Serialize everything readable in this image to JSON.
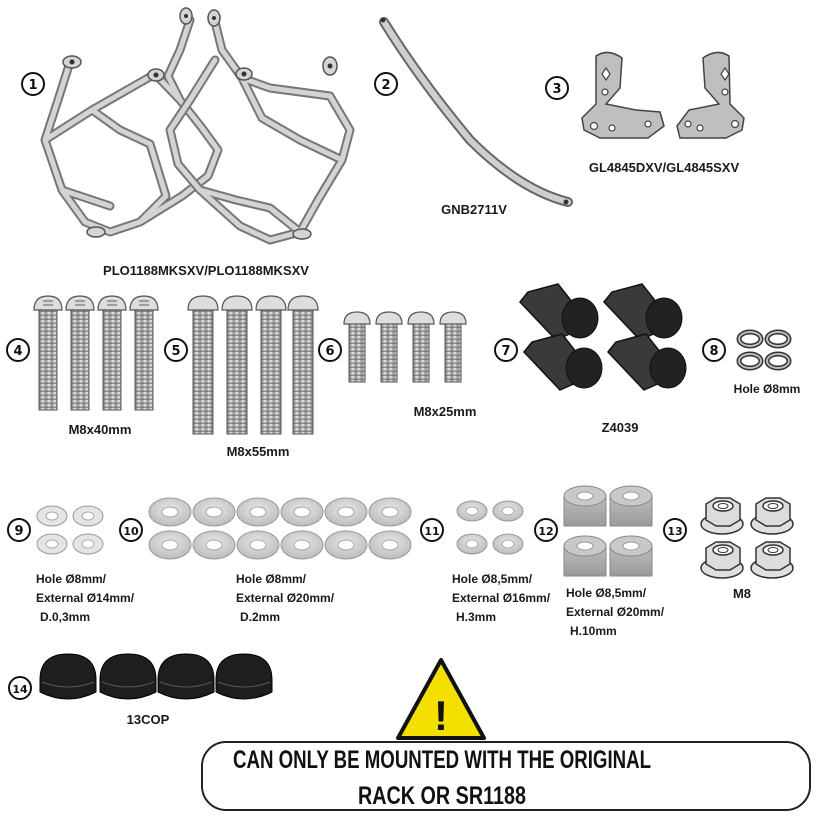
{
  "items": [
    {
      "number": "1",
      "code": "PLO1188MKSXV/PLO1188MKSXV"
    },
    {
      "number": "2",
      "code": "GNB2711V"
    },
    {
      "number": "3",
      "code": "GL4845DXV/GL4845SXV"
    },
    {
      "number": "4",
      "code": "M8x40mm"
    },
    {
      "number": "5",
      "code": "M8x55mm"
    },
    {
      "number": "6",
      "code": "M8x25mm"
    },
    {
      "number": "7",
      "code": "Z4039"
    },
    {
      "number": "8",
      "code": "Hole Ø8mm"
    },
    {
      "number": "9",
      "lines": [
        "Hole Ø8mm/",
        "External Ø14mm/",
        "D.0,3mm"
      ]
    },
    {
      "number": "10",
      "lines": [
        "Hole Ø8mm/",
        "External Ø20mm/",
        "D.2mm"
      ]
    },
    {
      "number": "11",
      "lines": [
        "Hole Ø8,5mm/",
        "External Ø16mm/",
        "H.3mm"
      ]
    },
    {
      "number": "12",
      "lines": [
        "Hole Ø8,5mm/",
        "External Ø20mm/",
        "H.10mm"
      ]
    },
    {
      "number": "13",
      "code": "M8"
    },
    {
      "number": "14",
      "code": "13COP"
    }
  ],
  "warning": {
    "line1": "CAN ONLY BE MOUNTED WITH THE ORIGINAL",
    "line2": "RACK OR SR1188",
    "symbol": "!"
  },
  "colors": {
    "metal": "#c9c9c9",
    "metal_dark": "#7a7a7a",
    "rubber": "#2b2b2b",
    "warning_yellow": "#f4e000"
  }
}
